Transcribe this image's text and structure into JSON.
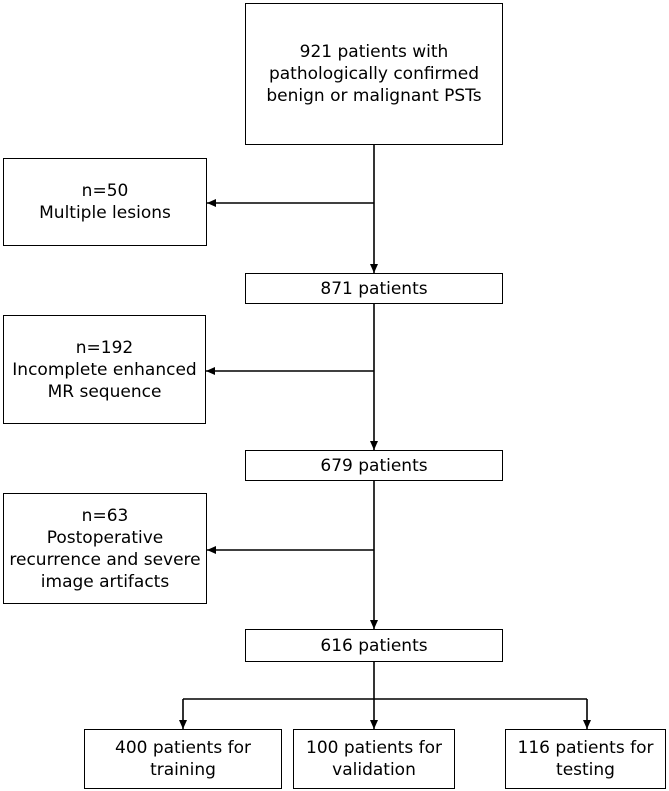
{
  "flow": {
    "start": [
      "921 patients with",
      "pathologically confirmed",
      "benign or malignant PSTs"
    ],
    "exclusion1": [
      "n=50",
      "Multiple lesions"
    ],
    "step1": "871 patients",
    "exclusion2": [
      "n=192",
      "Incomplete enhanced",
      "MR sequence"
    ],
    "step2": "679 patients",
    "exclusion3": [
      "n=63",
      "Postoperative",
      "recurrence and severe",
      "image artifacts"
    ],
    "step3": "616 patients",
    "training": [
      "400 patients for",
      "training"
    ],
    "validation": [
      "100 patients for",
      "validation"
    ],
    "testing": [
      "116 patients for",
      "testing"
    ]
  }
}
